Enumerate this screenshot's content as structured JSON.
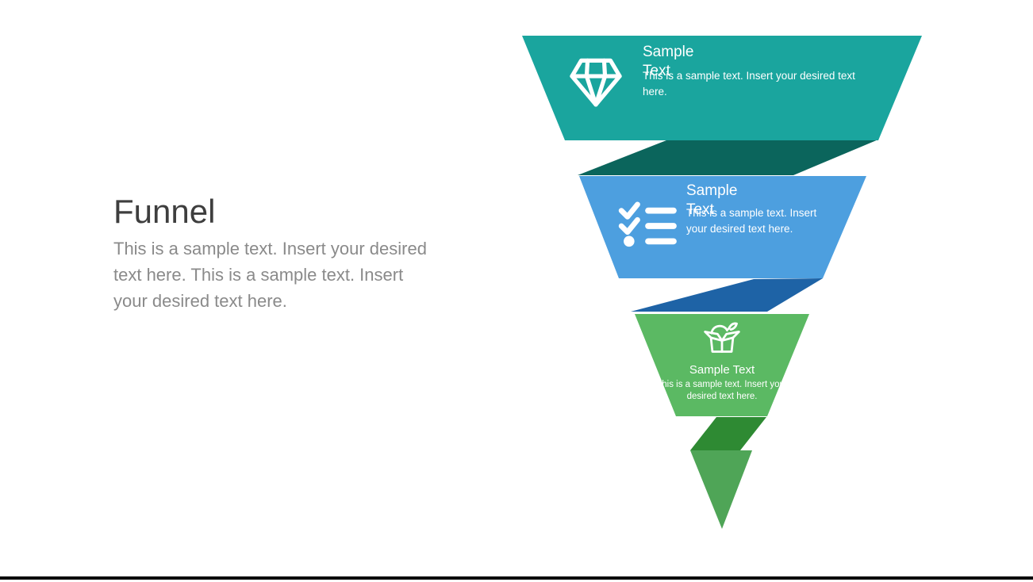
{
  "intro": {
    "title": "Funnel",
    "description": "This is a sample text. Insert your desired text here. This is a sample text. Insert your desired text here.",
    "title_color": "#3e3e3e",
    "description_color": "#8a8a8a"
  },
  "funnel": {
    "stages": [
      {
        "heading": "Sample Text",
        "body": "This is a sample text. Insert your desired text here.",
        "icon": "diamond-icon",
        "color": "#1AA59E",
        "fold_color": "#0B655C"
      },
      {
        "heading": "Sample Text",
        "body": "This is a sample text. Insert your desired text here.",
        "icon": "checklist-icon",
        "color": "#4D9FDF",
        "fold_color": "#1E63A6"
      },
      {
        "heading": "Sample Text",
        "body": "This is a sample text. Insert your desired text here.",
        "icon": "gift-icon",
        "color": "#5BB963",
        "fold_color": "#2E8A33"
      }
    ],
    "tail_color": "#4FA557",
    "text_color": "#ffffff"
  },
  "page": {
    "background": "#ffffff",
    "bottom_bar_color": "#000000"
  }
}
